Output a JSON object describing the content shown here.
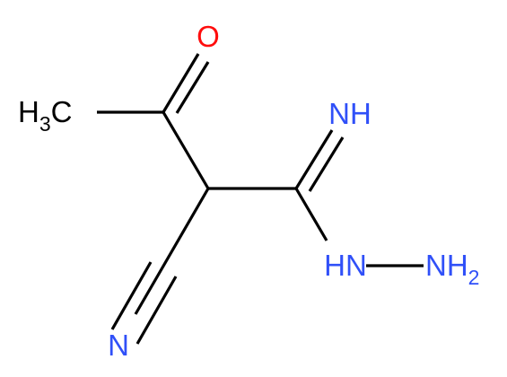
{
  "colors": {
    "background": "#ffffff",
    "bond": "#000000",
    "carbon": "#000000",
    "oxygen": "#ff0d0d",
    "nitrogen": "#3050f8"
  },
  "atoms": {
    "methyl": {
      "main": "H",
      "sub": "3",
      "tail": "C"
    },
    "oxygen": {
      "text": "O"
    },
    "imine": {
      "text": "NH"
    },
    "nitrile_n": {
      "text": "N"
    },
    "hydrazine_nh": {
      "text": "HN"
    },
    "hydrazine_nh2": {
      "main": "NH",
      "sub": "2"
    }
  }
}
